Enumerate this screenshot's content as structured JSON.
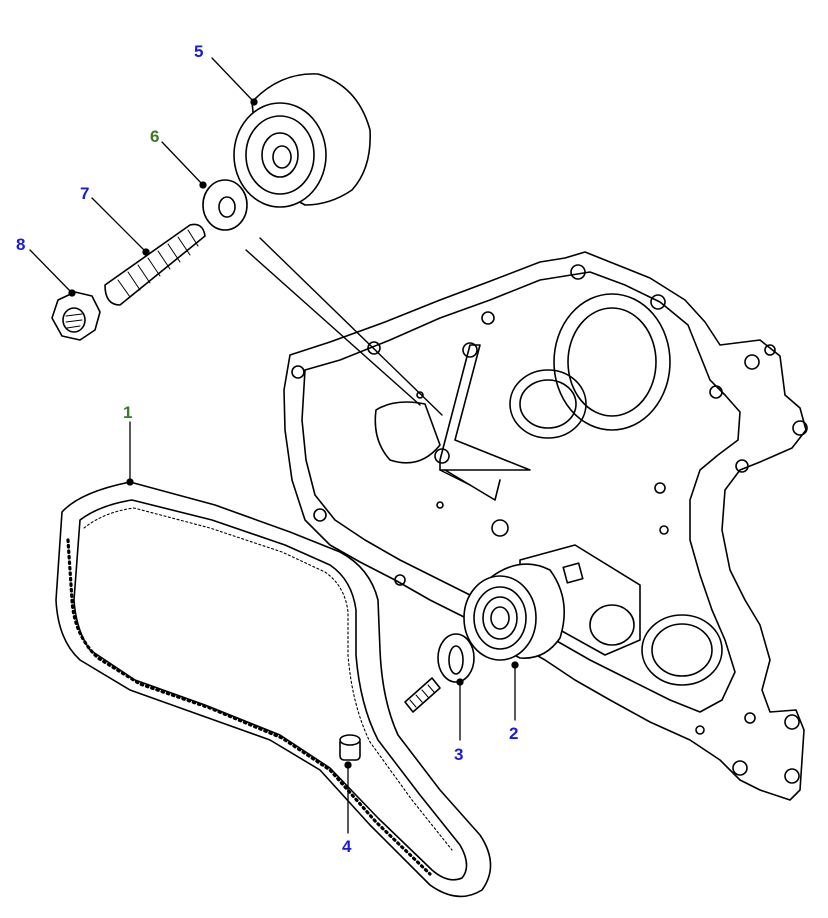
{
  "callouts": [
    {
      "id": "1",
      "label": "1",
      "color": "green"
    },
    {
      "id": "2",
      "label": "2",
      "color": "blue"
    },
    {
      "id": "3",
      "label": "3",
      "color": "blue"
    },
    {
      "id": "4",
      "label": "4",
      "color": "blue"
    },
    {
      "id": "5",
      "label": "5",
      "color": "blue"
    },
    {
      "id": "6",
      "label": "6",
      "color": "green"
    },
    {
      "id": "7",
      "label": "7",
      "color": "blue"
    },
    {
      "id": "8",
      "label": "8",
      "color": "blue"
    }
  ],
  "colors": {
    "label_blue": "#1a1adb",
    "label_green": "#3a7a22",
    "line": "#000000",
    "fill": "#ffffff"
  }
}
